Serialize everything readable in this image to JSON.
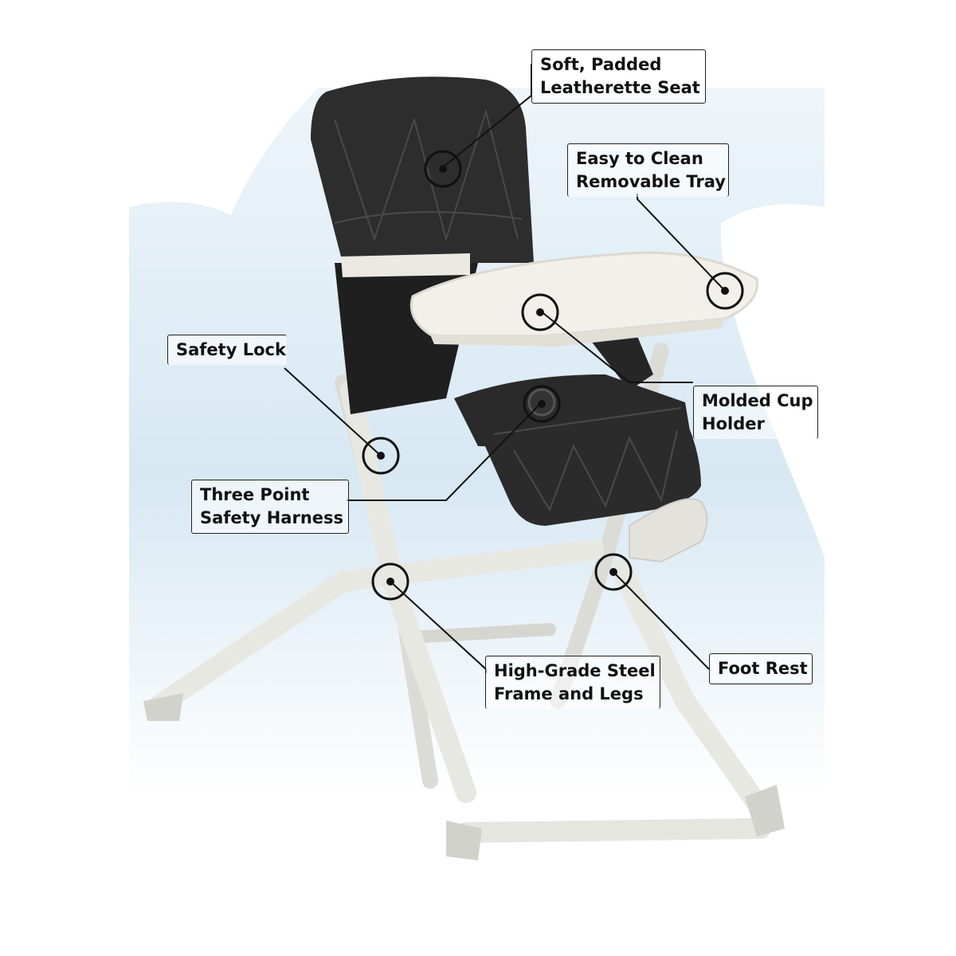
{
  "colors": {
    "cloud": "#d9e9f3",
    "cushion": "#2b2b2b",
    "frame": "#e6e6e1",
    "tray": "#f1efea",
    "leader": "#111111"
  },
  "callouts": {
    "seat": {
      "line1": "Soft, Padded",
      "line2": "Leatherette Seat"
    },
    "tray": {
      "line1": "Easy to Clean",
      "line2": "Removable Tray"
    },
    "lock": {
      "line1": "Safety Lock"
    },
    "cup": {
      "line1": "Molded Cup",
      "line2": "Holder"
    },
    "harness": {
      "line1": "Three Point",
      "line2": "Safety Harness"
    },
    "frame": {
      "line1": "High-Grade Steel",
      "line2": "Frame and Legs"
    },
    "footrest": {
      "line1": "Foot Rest"
    }
  }
}
